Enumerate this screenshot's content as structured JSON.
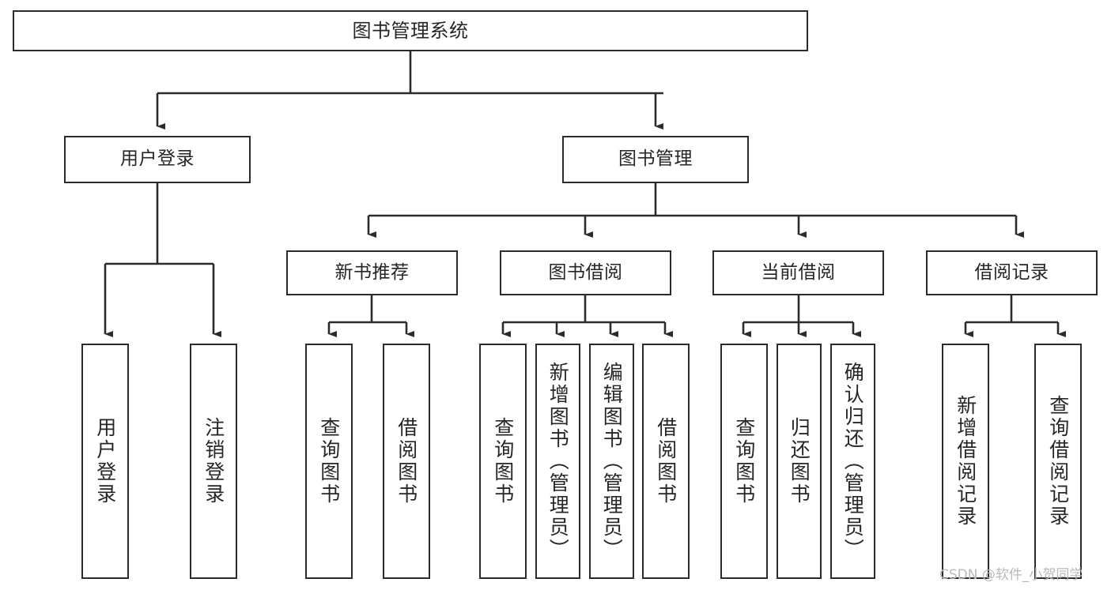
{
  "diagram": {
    "type": "tree",
    "title": "图书管理系统",
    "watermark": "CSDN @软件_小贺同学",
    "colors": {
      "background": "#ffffff",
      "node_border": "#2b2b2b",
      "node_fill": "#ffffff",
      "edge": "#2b2b2b",
      "text": "#262626",
      "watermark": "#b9b9b9"
    },
    "nodes": {
      "root": {
        "label": "图书管理系统"
      },
      "level2": [
        {
          "id": "user-login",
          "label": "用户登录"
        },
        {
          "id": "book-manage",
          "label": "图书管理"
        }
      ],
      "level3": [
        {
          "id": "new-book-recommend",
          "label": "新书推荐"
        },
        {
          "id": "book-borrow",
          "label": "图书借阅"
        },
        {
          "id": "current-borrow",
          "label": "当前借阅"
        },
        {
          "id": "borrow-record",
          "label": "借阅记录"
        }
      ],
      "leaves": {
        "user_login": [
          {
            "id": "leaf-user-login",
            "label": "用户登录"
          },
          {
            "id": "leaf-user-logout",
            "label": "注销登录"
          }
        ],
        "new_book_recommend": [
          {
            "id": "leaf-query-book-1",
            "label": "查询图书"
          },
          {
            "id": "leaf-borrow-book-1",
            "label": "借阅图书"
          }
        ],
        "book_borrow": [
          {
            "id": "leaf-query-book-2",
            "label": "查询图书"
          },
          {
            "id": "leaf-add-book",
            "label": "新增图书（管理员）"
          },
          {
            "id": "leaf-edit-book",
            "label": "编辑图书（管理员）"
          },
          {
            "id": "leaf-borrow-book-2",
            "label": "借阅图书"
          }
        ],
        "current_borrow": [
          {
            "id": "leaf-query-book-3",
            "label": "查询图书"
          },
          {
            "id": "leaf-return-book",
            "label": "归还图书"
          },
          {
            "id": "leaf-confirm-return",
            "label": "确认归还（管理员）"
          }
        ],
        "borrow_record": [
          {
            "id": "leaf-add-record",
            "label": "新增借阅记录"
          },
          {
            "id": "leaf-query-record",
            "label": "查询借阅记录"
          }
        ]
      }
    }
  }
}
